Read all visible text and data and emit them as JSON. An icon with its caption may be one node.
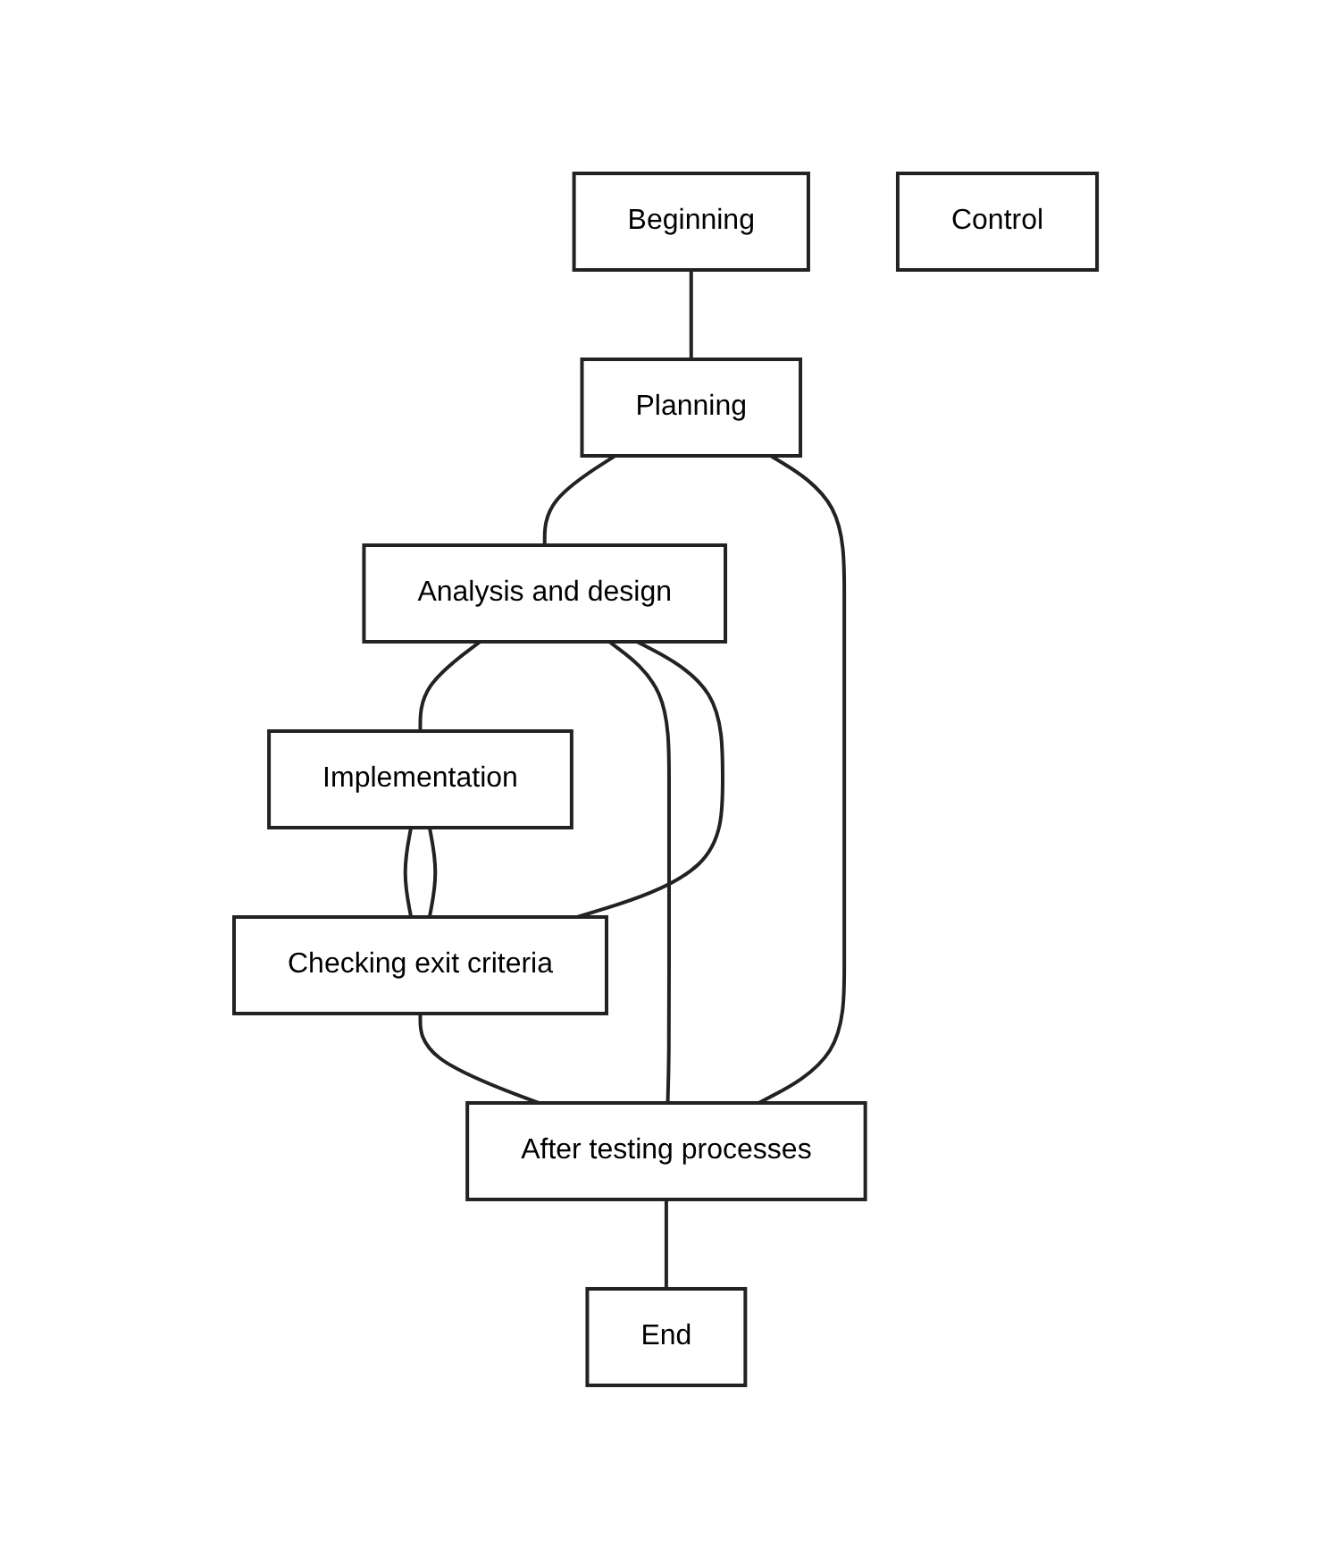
{
  "diagram": {
    "nodes": [
      {
        "text": [
          "Beginning"
        ]
      },
      {
        "text": [
          "Planning"
        ]
      },
      {
        "text": [
          "Analysis and design"
        ]
      },
      {
        "text": [
          "Implementation"
        ]
      },
      {
        "text": [
          "Checking exit criteria"
        ]
      },
      {
        "text": [
          "After testing processes"
        ]
      },
      {
        "text": [
          "End"
        ]
      },
      {
        "text": [
          "Control"
        ]
      }
    ],
    "edges": [
      {
        "from": 0,
        "to": 1,
        "arrow": "none"
      },
      {
        "from": 1,
        "to": 2,
        "arrow": "none"
      },
      {
        "from": 2,
        "to": 3,
        "arrow": "none"
      },
      {
        "from": 3,
        "to": 4,
        "arrow": "none"
      },
      {
        "from": 4,
        "to": 5,
        "arrow": "none"
      },
      {
        "from": 5,
        "to": 6,
        "arrow": "none"
      },
      {
        "from": 1,
        "to": 5,
        "arrow": "none"
      },
      {
        "from": 2,
        "to": 5,
        "arrow": "none"
      },
      {
        "from": 2,
        "to": 4,
        "arrow": "none"
      },
      {
        "from": 3,
        "to": 4,
        "arrow": "none"
      }
    ]
  }
}
